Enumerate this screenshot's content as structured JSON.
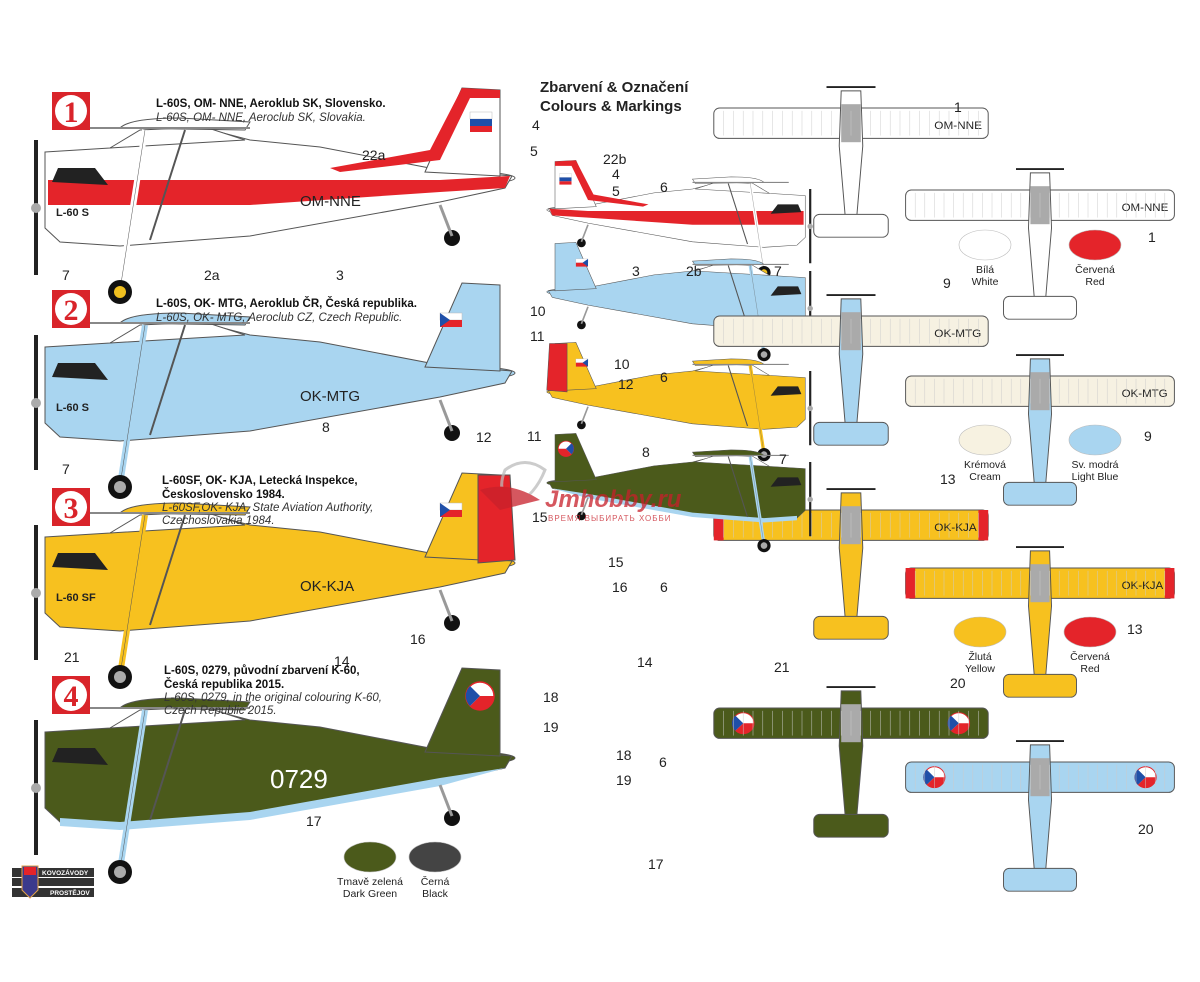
{
  "header": {
    "line1": "Zbarvení & Označení",
    "line2": "Colours & Markings"
  },
  "schemes": [
    {
      "badge": "1",
      "title_cz": "L-60S, OM- NNE, Aeroklub SK, Slovensko.",
      "title_en": "L-60S, OM- NNE, Aeroclub SK, Slovakia.",
      "reg": "OM-NNE",
      "type_mark": "L-60 S",
      "colors": {
        "body": "#ffffff",
        "accent": "#e4242a",
        "upper": "#ffffff",
        "lower": "#ffffff"
      }
    },
    {
      "badge": "2",
      "title_cz": "L-60S, OK- MTG, Aeroklub ČR, Česká republika.",
      "title_en": "L-60S, OK- MTG, Aeroclub CZ, Czech Republic.",
      "reg": "OK-MTG",
      "type_mark": "L-60 S",
      "colors": {
        "body": "#a9d5f0",
        "accent": "#a9d5f0",
        "upper": "#f6f1e2",
        "lower": "#f6f1e2"
      }
    },
    {
      "badge": "3",
      "title_cz_1": "L-60SF, OK- KJA, Letecká Inspekce,",
      "title_cz_2": "Československo 1984.",
      "title_en_1": "L-60SF,OK- KJA, State Aviation Authority,",
      "title_en_2": "Czechoslovakia 1984.",
      "reg": "OK-KJA",
      "type_mark": "L-60 SF",
      "colors": {
        "body": "#f7c11f",
        "accent": "#e4242a",
        "upper": "#f7c11f",
        "lower": "#f7c11f"
      }
    },
    {
      "badge": "4",
      "title_cz_1": "L-60S, 0279, původní zbarvení K-60,",
      "title_cz_2": "Česká republika  2015.",
      "title_en_1": "L-60S, 0279, in the original colouring K-60,",
      "title_en_2": "Czech  Republic 2015.",
      "reg": "0729",
      "colors": {
        "body": "#4b5a1b",
        "accent": "#4b5a1b",
        "upper": "#4b5a1b",
        "lower": "#a9d5f0",
        "belly": "#a9d5f0"
      }
    }
  ],
  "swatches": [
    {
      "cz": "Bílá",
      "en": "White",
      "color": "#ffffff"
    },
    {
      "cz": "Červená",
      "en": "Red",
      "color": "#e4242a"
    },
    {
      "cz": "Krémová",
      "en": "Cream",
      "color": "#f7f2e1"
    },
    {
      "cz": "Sv. modrá",
      "en": "Light Blue",
      "color": "#a9d5f0"
    },
    {
      "cz": "Žlutá",
      "en": "Yellow",
      "color": "#f7c11f"
    },
    {
      "cz": "Červená",
      "en": "Red",
      "color": "#e4242a"
    },
    {
      "cz": "Tmavě zelená",
      "en": "Dark Green",
      "color": "#4b5a1b"
    },
    {
      "cz": "Černá",
      "en": "Black",
      "color": "#444444"
    }
  ],
  "callouts": [
    "4",
    "5",
    "22a",
    "7",
    "2a",
    "3",
    "22b",
    "4",
    "5",
    "6",
    "3",
    "2b",
    "7",
    "1",
    "1",
    "10",
    "11",
    "12",
    "8",
    "7",
    "10",
    "12",
    "6",
    "11",
    "8",
    "7",
    "9",
    "9",
    "15",
    "16",
    "14",
    "21",
    "15",
    "16",
    "6",
    "14",
    "21",
    "13",
    "13",
    "18",
    "19",
    "17",
    "18",
    "19",
    "6",
    "17",
    "20",
    "20"
  ],
  "logo": {
    "line1": "KOVOZÁVODY",
    "line2": "PROSTĚJOV"
  },
  "watermark": {
    "brand": "Jmhobby.ru",
    "slogan": "ВРЕМЯ ВЫБИРАТЬ ХОББИ"
  }
}
